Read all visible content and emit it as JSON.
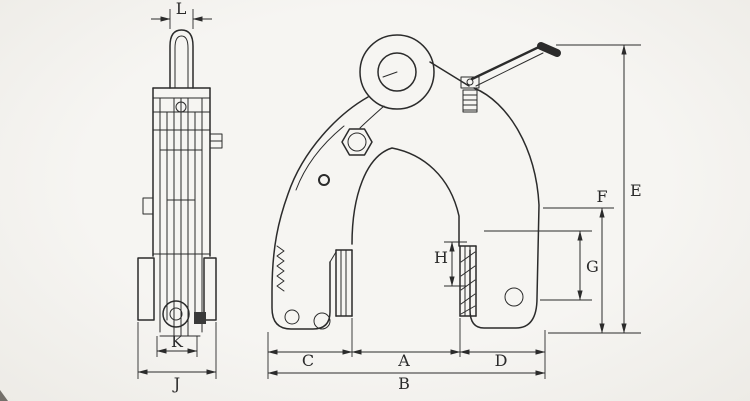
{
  "drawing": {
    "line_color": "#2b2b2b",
    "background_color": "#f4f2ee"
  },
  "dims": {
    "L": "L",
    "K": "K",
    "J": "J",
    "E": "E",
    "F": "F",
    "G": "G",
    "H": "H",
    "A": "A",
    "B": "B",
    "C": "C",
    "D": "D"
  }
}
